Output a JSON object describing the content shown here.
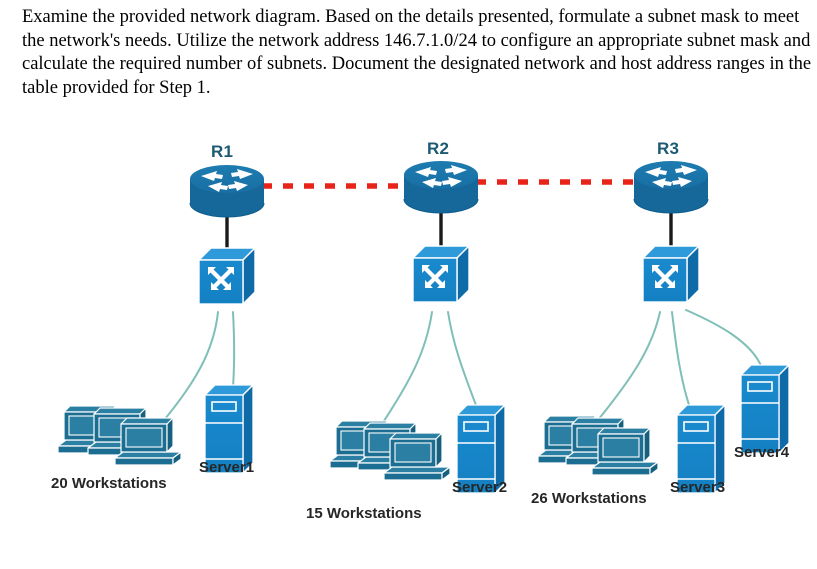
{
  "question": {
    "text": "Examine the provided network diagram. Based on the details presented, formulate a subnet mask to meet the network's needs. Utilize the network address 146.7.1.0/24 to configure an appropriate subnet mask and calculate the required number of subnets. Document the designated network and host address ranges in the table provided for Step 1.",
    "network_address": "146.7.1.0/24",
    "step": "Step 1"
  },
  "diagram": {
    "type": "network-topology",
    "colors": {
      "router_body": "#16679a",
      "router_top": "#1b7bb0",
      "switch_front": "#1585c8",
      "switch_top": "#2a96d8",
      "switch_side": "#0f6ba8",
      "server_front": "#1585c8",
      "server_top": "#2a96d8",
      "server_side": "#0f6ba8",
      "workstation": "#1b6e91",
      "wan_link": "#e8231a",
      "lan_link": "#7fbfb8",
      "trunk_link": "#1a1a1a",
      "router_label": "#1c5a73",
      "node_label": "#262626"
    },
    "routers": [
      {
        "id": "r1",
        "label": "R1"
      },
      {
        "id": "r2",
        "label": "R2"
      },
      {
        "id": "r3",
        "label": "R3"
      }
    ],
    "switches": [
      {
        "id": "sw1",
        "attached_router": "R1"
      },
      {
        "id": "sw2",
        "attached_router": "R2"
      },
      {
        "id": "sw3",
        "attached_router": "R3"
      }
    ],
    "wan_links": [
      {
        "from": "R1",
        "to": "R2",
        "style": "dashed",
        "color": "#e8231a"
      },
      {
        "from": "R2",
        "to": "R3",
        "style": "dashed",
        "color": "#e8231a"
      }
    ],
    "lans": [
      {
        "router": "R1",
        "workstations_label": "20 Workstations",
        "workstations_count": 20,
        "servers": [
          "Server1"
        ]
      },
      {
        "router": "R2",
        "workstations_label": "15 Workstations",
        "workstations_count": 15,
        "servers": [
          "Server2"
        ]
      },
      {
        "router": "R3",
        "workstations_label": "26 Workstations",
        "workstations_count": 26,
        "servers": [
          "Server3",
          "Server4"
        ]
      }
    ],
    "labels": {
      "r1": "R1",
      "r2": "R2",
      "r3": "R3",
      "server1": "Server1",
      "server2": "Server2",
      "server3": "Server3",
      "server4": "Server4",
      "ws1": "20 Workstations",
      "ws2": "15 Workstations",
      "ws3": "26 Workstations"
    }
  }
}
